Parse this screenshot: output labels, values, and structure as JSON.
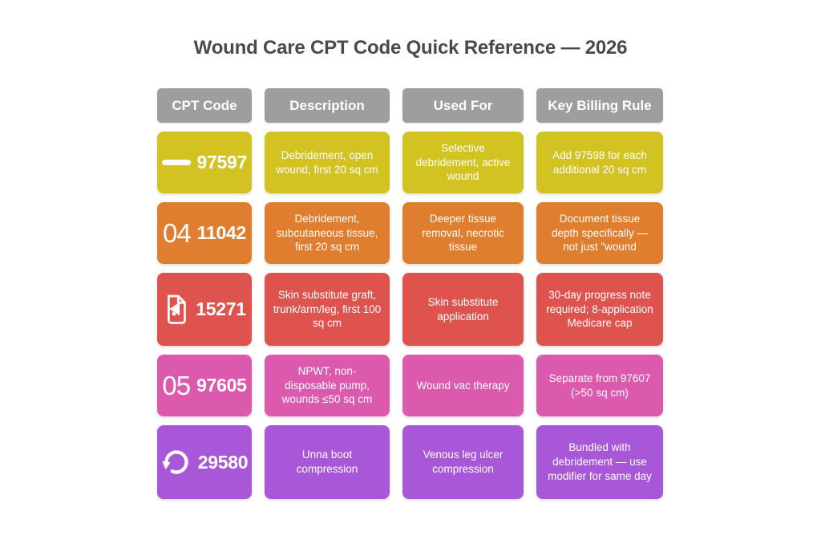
{
  "title": "Wound Care CPT Code Quick Reference — 2026",
  "colors": {
    "background": "#ffffff",
    "title_text": "#4a4a4a",
    "header_bg": "#9e9e9e",
    "card_text": "#ffffff",
    "row_yellow": "#d3c322",
    "row_orange": "#de7e2e",
    "row_red": "#de534e",
    "row_pink": "#dc5aae",
    "row_purple": "#a857d9"
  },
  "table": {
    "headers": [
      "CPT Code",
      "Description",
      "Used For",
      "Key Billing Rule"
    ],
    "rows": [
      {
        "icon": "dash-icon",
        "step": "",
        "code": "97597",
        "color": "#d3c322",
        "description": "Debridement, open wound, first 20 sq cm",
        "used_for": "Selective debridement, active wound",
        "billing_rule": "Add 97598 for each additional 20 sq cm"
      },
      {
        "icon": "",
        "step": "04",
        "code": "11042",
        "color": "#de7e2e",
        "description": "Debridement, subcutaneous tissue, first 20 sq cm",
        "used_for": "Deeper tissue removal, necrotic tissue",
        "billing_rule": "Document tissue depth specifically — not just \"wound"
      },
      {
        "icon": "document-megaphone-icon",
        "step": "",
        "code": "15271",
        "color": "#de534e",
        "description": "Skin substitute graft, trunk/arm/leg, first 100 sq cm",
        "used_for": "Skin substitute application",
        "billing_rule": "30-day progress note required; 8-application Medicare cap"
      },
      {
        "icon": "",
        "step": "05",
        "code": "97605",
        "color": "#dc5aae",
        "description": "NPWT, non-disposable pump, wounds ≤50 sq cm",
        "used_for": "Wound vac therapy",
        "billing_rule": "Separate from 97607 (>50 sq cm)"
      },
      {
        "icon": "rotate-ccw-icon",
        "step": "",
        "code": "29580",
        "color": "#a857d9",
        "description": "Unna boot compression",
        "used_for": "Venous leg ulcer compression",
        "billing_rule": "Bundled with debridement — use modifier for same day"
      }
    ]
  }
}
